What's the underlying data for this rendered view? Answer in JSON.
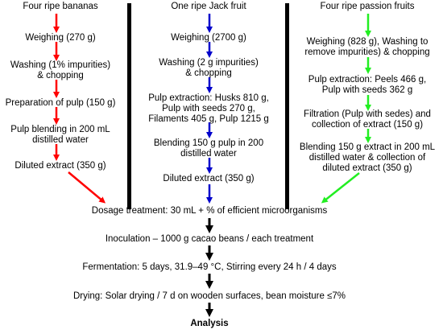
{
  "columns": {
    "bananas": {
      "header": "Four ripe bananas",
      "color": "#ff0000",
      "steps": [
        "Weighing (270 g)",
        "Washing (1% impurities)",
        "& chopping",
        "Preparation of pulp (150 g)",
        "Pulp blending in 200 mL",
        "distilled water",
        "Diluted extract (350 g)"
      ]
    },
    "jackfruit": {
      "header": "One ripe Jack fruit",
      "color": "#0000cc",
      "steps": [
        "Weighing (2700 g)",
        "Washing (2 g impurities)",
        "& chopping",
        "Pulp extraction: Husks 810 g,",
        "Pulp with seeds 270 g,",
        "Filaments 405 g, Pulp 1215 g",
        "Blending 150 g pulp in 200",
        "distilled water",
        "Diluted extract (350 g)"
      ]
    },
    "passion": {
      "header": "Four ripe passion fruits",
      "color": "#22ee22",
      "steps": [
        "Weighing (828 g), Washing to",
        "remove impurities) & chopping",
        "Pulp extraction: Peels 466 g,",
        "Pulp with seeds 362 g",
        "Filtration (Pulp with sedes) and",
        "collection of extract (150 g)",
        "Blending 150 g extract in 200 mL",
        "distilled water & collection of",
        "diluted extract (350 g)"
      ]
    }
  },
  "common_steps": [
    "Dosage treatment: 30 mL + % of efficient microorganisms",
    "Inoculation – 1000 g cacao beans / each treatment",
    "Fermentation: 5 days, 31.9–49 °C, Stirring every 24 h / 4 days",
    "Drying: Solar drying / 7 d on wooden surfaces, bean moisture ≤7%"
  ],
  "final_step": "Analysis",
  "colors": {
    "separator": "#000000",
    "common_arrow": "#000000"
  }
}
